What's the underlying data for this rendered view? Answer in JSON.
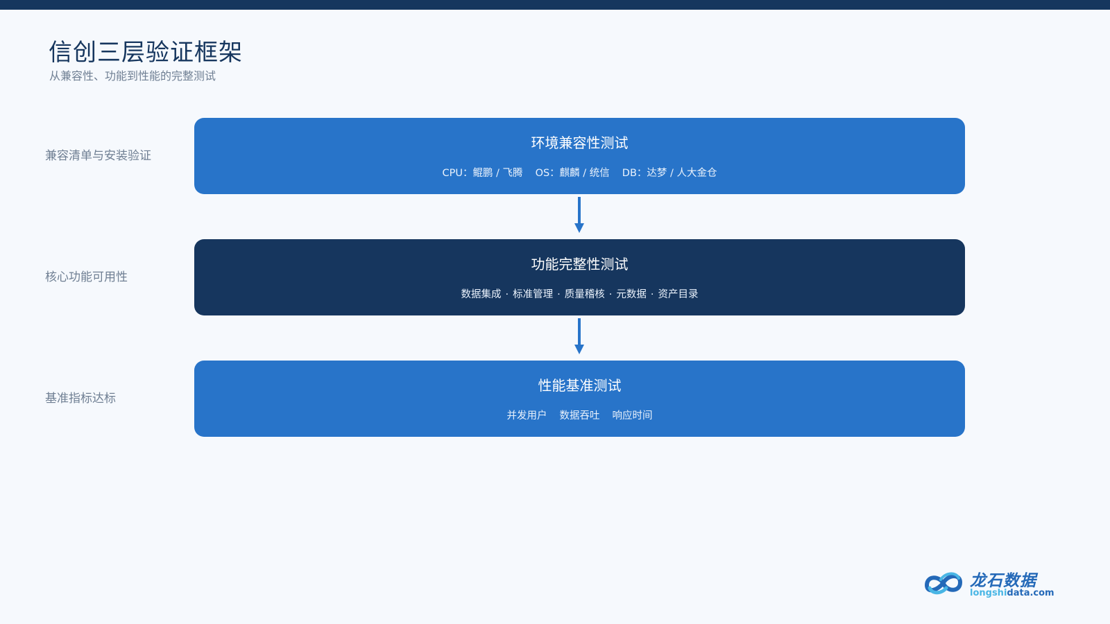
{
  "header": {
    "title": "信创三层验证框架",
    "subtitle": "从兼容性、功能到性能的完整测试"
  },
  "layers": [
    {
      "label": "兼容清单与安装验证",
      "title": "环境兼容性测试",
      "items": [
        "CPU：鲲鹏 / 飞腾",
        "OS：麒麟 / 统信",
        "DB：达梦 / 人大金仓"
      ],
      "separator": "",
      "color": "#2874c9"
    },
    {
      "label": "核心功能可用性",
      "title": "功能完整性测试",
      "items": [
        "数据集成",
        "标准管理",
        "质量稽核",
        "元数据",
        "资产目录"
      ],
      "separator": "·",
      "color": "#16365e"
    },
    {
      "label": "基准指标达标",
      "title": "性能基准测试",
      "items": [
        "并发用户",
        "数据吞吐",
        "响应时间"
      ],
      "separator": "",
      "color": "#2874c9"
    }
  ],
  "logo": {
    "name": "龙石数据",
    "domain_prefix": "longshi",
    "domain_suffix": "data.com"
  },
  "colors": {
    "navy": "#16365e",
    "blue": "#2874c9",
    "background": "#f6f9fd",
    "label_gray": "#6f7f93"
  }
}
